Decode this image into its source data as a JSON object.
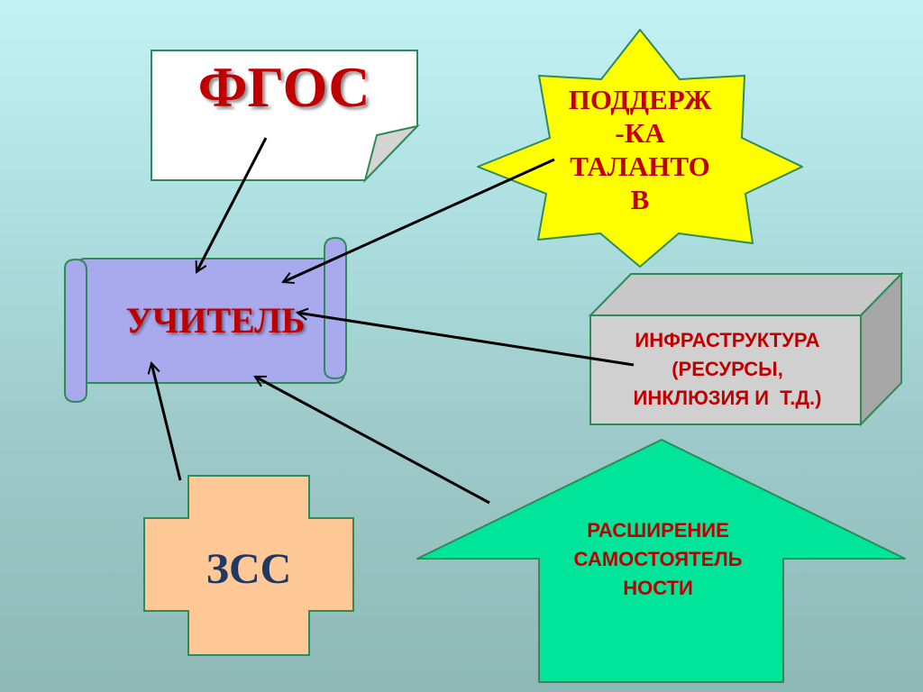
{
  "nodes": {
    "fgos": {
      "label": "ФГОС"
    },
    "teacher": {
      "label": "УЧИТЕЛЬ"
    },
    "talent": {
      "lines": [
        "ПОДДЕРЖ",
        "-КА",
        "ТАЛАНТО",
        "В"
      ]
    },
    "infrastructure": {
      "lines": [
        "ИНФРАСТРУКТУРА",
        "(РЕСУРСЫ,",
        "ИНКЛЮЗИЯ И  Т.Д.)"
      ]
    },
    "independence": {
      "lines": [
        "РАСШИРЕНИЕ",
        "САМОСТОЯТЕЛЬ",
        "НОСТИ"
      ]
    },
    "zss": {
      "label": "ЗСС"
    }
  },
  "colors": {
    "card_fill": "#ffffff",
    "card_stroke": "#2e8b57",
    "scroll_fill": "#a9a9ee",
    "scroll_stroke": "#2e8b57",
    "star_fill": "#ffff00",
    "cube_front": "#d0d0d0",
    "cube_side": "#a6a6a6",
    "arrow_fill": "#00e59a",
    "cross_fill": "#ffc896",
    "arrow_line": "#000000",
    "title_text": "#c00000",
    "zss_text": "#1f3864"
  },
  "edges": [
    {
      "from": "fgos",
      "to": "teacher"
    },
    {
      "from": "talent",
      "to": "teacher"
    },
    {
      "from": "infrastructure",
      "to": "teacher"
    },
    {
      "from": "independence",
      "to": "teacher"
    },
    {
      "from": "zss",
      "to": "teacher"
    }
  ]
}
